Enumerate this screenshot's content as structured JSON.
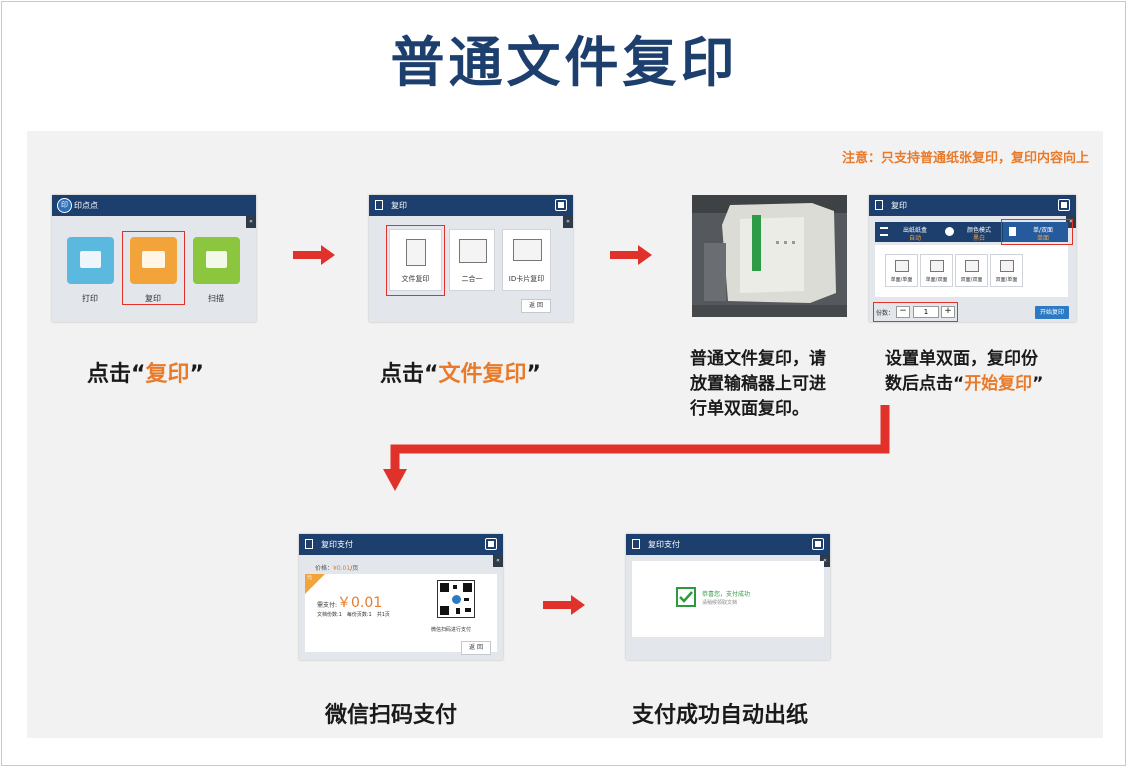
{
  "title": "普通文件复印",
  "notice": "注意：只支持普通纸张复印，复印内容向上",
  "screen1": {
    "brand": "印点点",
    "tiles": [
      {
        "label": "打印",
        "color": "#5bb8de"
      },
      {
        "label": "复印",
        "color": "#f2a33a"
      },
      {
        "label": "扫描",
        "color": "#8cc63f"
      }
    ]
  },
  "screen2": {
    "header": "复印",
    "options": [
      "文件复印",
      "二合一",
      "ID卡片复印"
    ],
    "back": "返 回"
  },
  "screen4": {
    "header": "复印",
    "tabs": [
      {
        "label": "出纸纸盒",
        "sub": "自动"
      },
      {
        "label": "颜色模式",
        "sub": "黑白"
      },
      {
        "label": "单/双面",
        "sub": "单面"
      }
    ],
    "duplex_options": [
      "单面/单面",
      "单面/双面",
      "双面/双面",
      "双面/单面"
    ],
    "copies_label": "份数：",
    "minus": "−",
    "copies_value": "1",
    "plus": "+",
    "start": "开始复印"
  },
  "screen5": {
    "header": "复印支付",
    "price_label": "价格：",
    "price_value": "¥0.01",
    "price_unit": "/页",
    "ribbon": "元",
    "pay_label": "需支付:",
    "amount": "￥0.01",
    "detail": "文档份数:1　每份页数:1　共1页",
    "qr_hint": "微信扫码进行支付",
    "back": "返 回"
  },
  "screen6": {
    "header": "复印支付",
    "success_title": "恭喜您，支付成功",
    "success_sub": "请稍候领取文档"
  },
  "captions": {
    "c1_pre": "点击“",
    "c1_hl": "复印",
    "c1_post": "”",
    "c2_pre": "点击“",
    "c2_hl": "文件复印",
    "c2_post": "”",
    "c3_line1": "普通文件复印，请",
    "c3_line2": "放置输稿器上可进",
    "c3_line3": "行单双面复印。",
    "c4_line1": "设置单双面，复印份",
    "c4_line2_pre": "数后点击“",
    "c4_line2_hl": "开始复印",
    "c4_line2_post": "”",
    "c5": "微信扫码支付",
    "c6": "支付成功自动出纸"
  },
  "colors": {
    "navy": "#1d3f6e",
    "accent": "#e97a2a",
    "arrow": "#e0312b",
    "success": "#2c9b3f"
  },
  "icons": [
    "logo-icon",
    "document-icon",
    "home-icon",
    "collapse-icon",
    "copy-icon",
    "palette-icon",
    "list-icon",
    "qr-code-icon",
    "check-icon",
    "arrow-right-icon",
    "arrow-down-icon"
  ]
}
